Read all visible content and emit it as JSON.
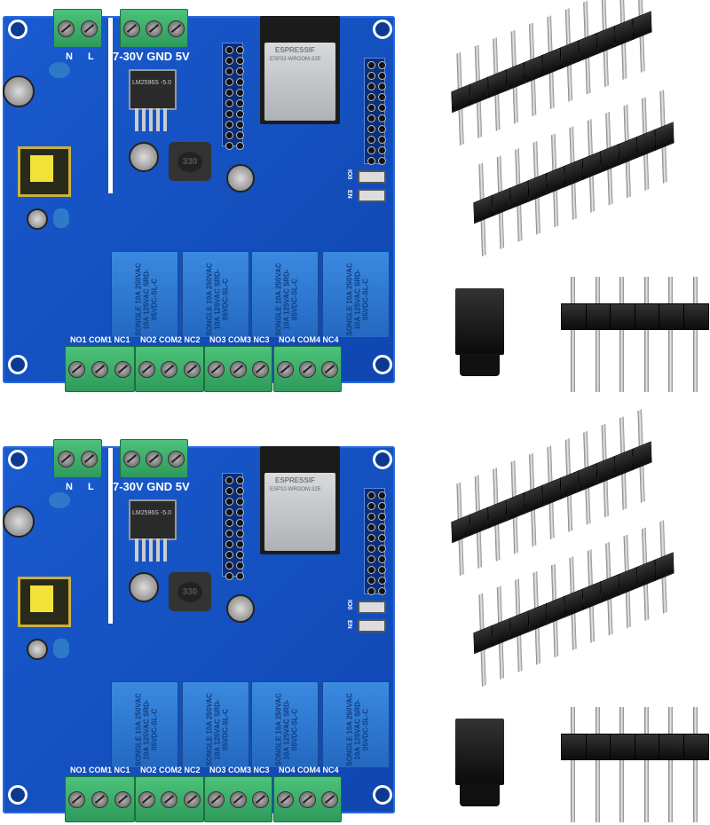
{
  "board": {
    "mains_labels": [
      "N",
      "L"
    ],
    "power_label": "7-30V GND 5V",
    "regulator_text": "LM2596S -5.0",
    "inductor_text": "330",
    "module_brand": "ESPRESSIF",
    "module_model": "ESP32-WROOM-32E",
    "relay_text": "SONGLE 10A 250VAC 10A 125VAC SRD-05VDC-SL-C",
    "relay_groups": [
      "NO1 COM1 NC1",
      "NO2 COM2 NC2",
      "NO3 COM3 NC3",
      "NO4 COM4 NC4"
    ],
    "button_labels": [
      "IO0",
      "EN"
    ]
  },
  "colors": {
    "pcb": "#1550c0",
    "terminal": "#3fae6a",
    "relay": "#2a78c8"
  }
}
